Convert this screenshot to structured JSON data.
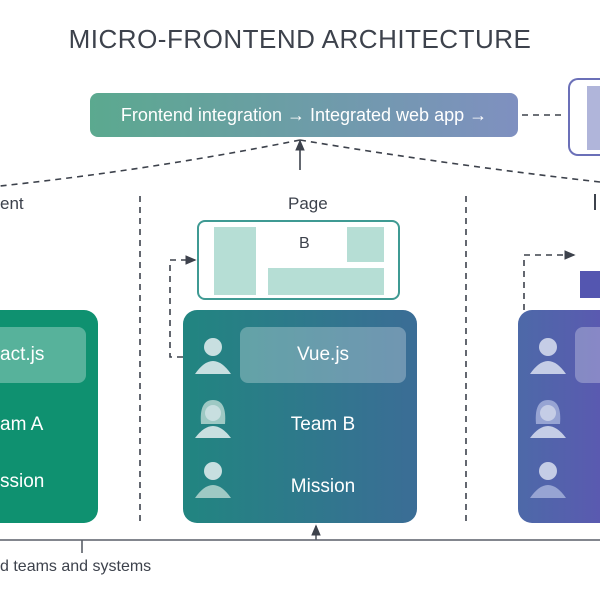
{
  "title": "MICRO-FRONTEND ARCHITECTURE",
  "top_bar": {
    "text": "Frontend integration → Integrated web app →"
  },
  "columns": {
    "left_label": "ent",
    "center_label": "Page",
    "center_page_letter": "B"
  },
  "cards": {
    "left": {
      "tech": "act.js",
      "team": "am A",
      "mission": "ssion",
      "color": "#0f9170"
    },
    "center": {
      "tech": "Vue.js",
      "team": "Team B",
      "mission": "Mission",
      "color_start": "#218580",
      "color_end": "#3b6d96"
    },
    "right": {
      "color_start": "#4d69a8",
      "color_end": "#5a5ab0"
    }
  },
  "footer": {
    "text": "d teams and systems"
  },
  "icons": [
    "person-male-icon",
    "person-female-icon",
    "person-male-icon"
  ]
}
